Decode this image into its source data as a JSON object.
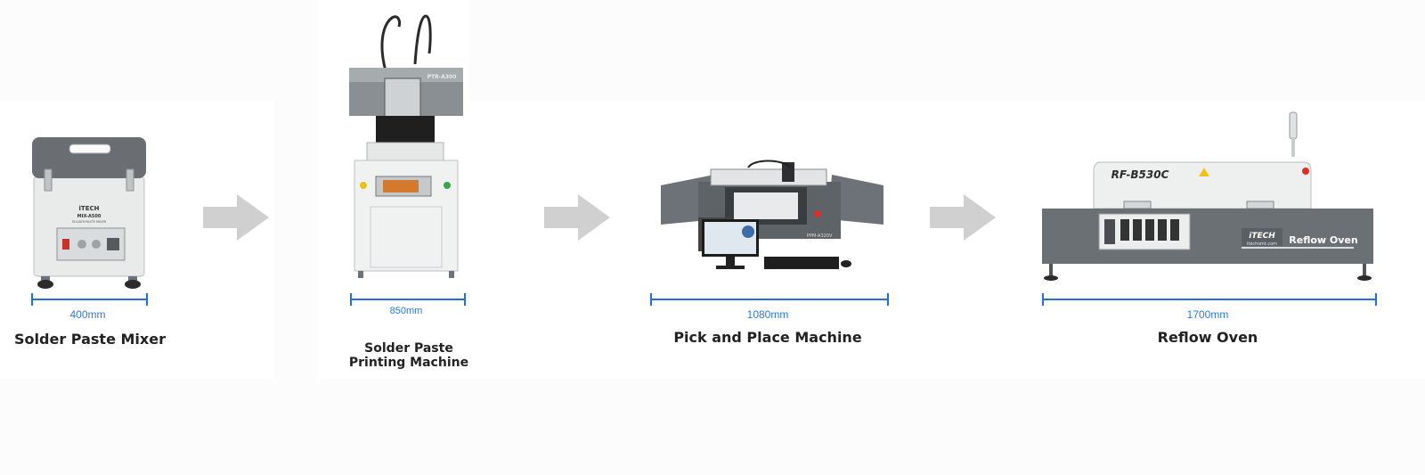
{
  "colors": {
    "dimension_line": "#1f6fd4",
    "dimension_text": "#2c7ad6",
    "arrow": "#d0d0d0",
    "machine_gray": "#6d7278",
    "machine_light": "#eceeee"
  },
  "steps": [
    {
      "name": "Solder Paste Mixer",
      "width": "400mm",
      "logo": "iTECH",
      "model": "MIX-A500",
      "subtitle": "SOLDER PASTE MIXER",
      "icon": "solder-paste-mixer-icon"
    },
    {
      "name_line1": "Solder Paste",
      "name_line2": "Printing Machine",
      "width": "850mm",
      "model": "PTR-A300",
      "icon": "stencil-printer-icon"
    },
    {
      "name": "Pick and Place Machine",
      "width": "1080mm",
      "model": "PPM-A320V",
      "icon": "pick-and-place-icon"
    },
    {
      "name": "Reflow Oven",
      "width": "1700mm",
      "model": "RF-B530C",
      "logo": "iTECH",
      "website": "itechsmt.com",
      "badge": "Reflow Oven",
      "icon": "reflow-oven-icon"
    }
  ],
  "arrows": [
    "right-arrow-icon",
    "right-arrow-icon",
    "right-arrow-icon"
  ]
}
